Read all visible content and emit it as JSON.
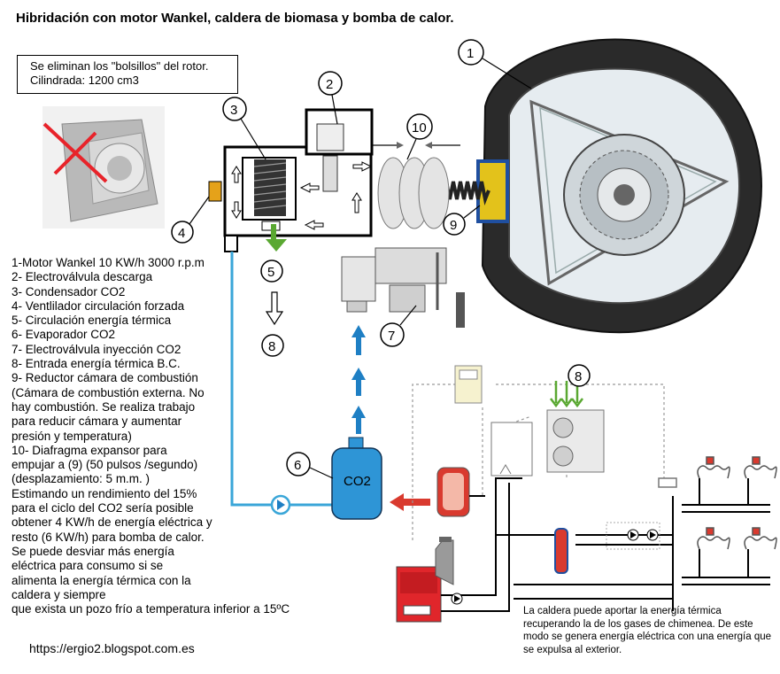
{
  "title": "Hibridación con motor Wankel, caldera de biomasa y bomba de calor.",
  "note": {
    "line1": "Se eliminan los \"bolsillos\" del rotor.",
    "line2": "Cilindrada: 1200 cm3"
  },
  "legend": [
    "1-Motor Wankel 10 KW/h 3000 r.p.m",
    " 2- Electroválvula descarga",
    " 3- Condensador CO2",
    " 4- Ventlilador circulación forzada",
    " 5- Circulación energía térmica",
    " 6- Evaporador CO2",
    " 7- Electroválvula inyección CO2",
    " 8- Entrada energía térmica B.C.",
    "  9- Reductor cámara de combustión",
    "(Cámara de combustión externa. No",
    "hay combustión. Se realiza trabajo",
    "para reducir cámara y aumentar",
    "presión y temperatura)",
    "  10- Diafragma expansor para",
    "empujar a (9) (50 pulsos /segundo)",
    "  (desplazamiento: 5 m.m. )",
    "Estimando un rendimiento del 15%",
    "para el ciclo del CO2 sería posible",
    "obtener 4 KW/h de energía eléctrica y",
    "resto (6 KW/h) para bomba de calor.",
    "Se puede desviar más energía",
    "eléctrica para consumo si se",
    "alimenta la energía térmica con la",
    "caldera y siempre",
    "  que exista un pozo frío a temperatura inferior  a 15ºC"
  ],
  "footer_url": "https://ergio2.blogspot.com.es",
  "caldera_note": "La caldera puede aportar la energía térmica recuperando la de los gases de chimenea. De este modo se genera energía eléctrica con una energía que se expulsa al exterior.",
  "labels": {
    "n1": "1",
    "n2": "2",
    "n3": "3",
    "n4": "4",
    "n5": "5",
    "n6": "6",
    "n7": "7",
    "n8": "8",
    "n9": "9",
    "n10": "10",
    "co2": "CO2"
  },
  "colors": {
    "pipe_blue": "#3aa6d8",
    "arrow_blue": "#1e7fc4",
    "tank_blue": "#2e95d6",
    "boiler_red": "#e0262b",
    "heater_red": "#d93a2f",
    "condenser_dark": "#333333",
    "exchanger_yellow": "#e3c21b",
    "green_arrow": "#5aa832"
  }
}
